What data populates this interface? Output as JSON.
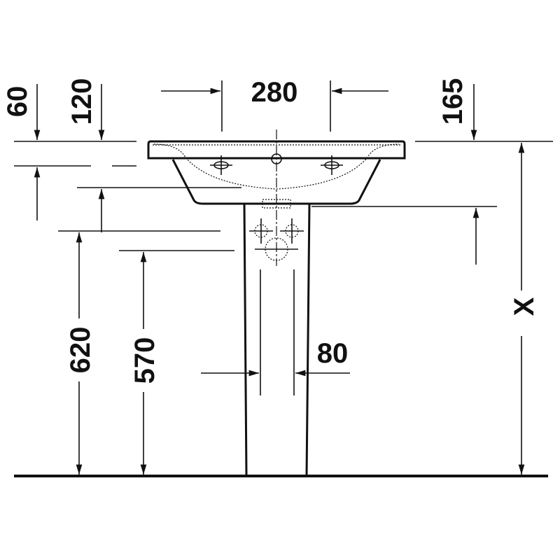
{
  "drawing": {
    "dimensions": {
      "basin_width_between_holes": "280",
      "right_hole_offset": "165",
      "rim_thickness": "60",
      "bowl_depth": "120",
      "height_to_overflow": "620",
      "height_to_outlet": "570",
      "pedestal_width": "80",
      "installation_height": "X"
    },
    "colors": {
      "line": "#111111",
      "background": "#ffffff"
    }
  }
}
